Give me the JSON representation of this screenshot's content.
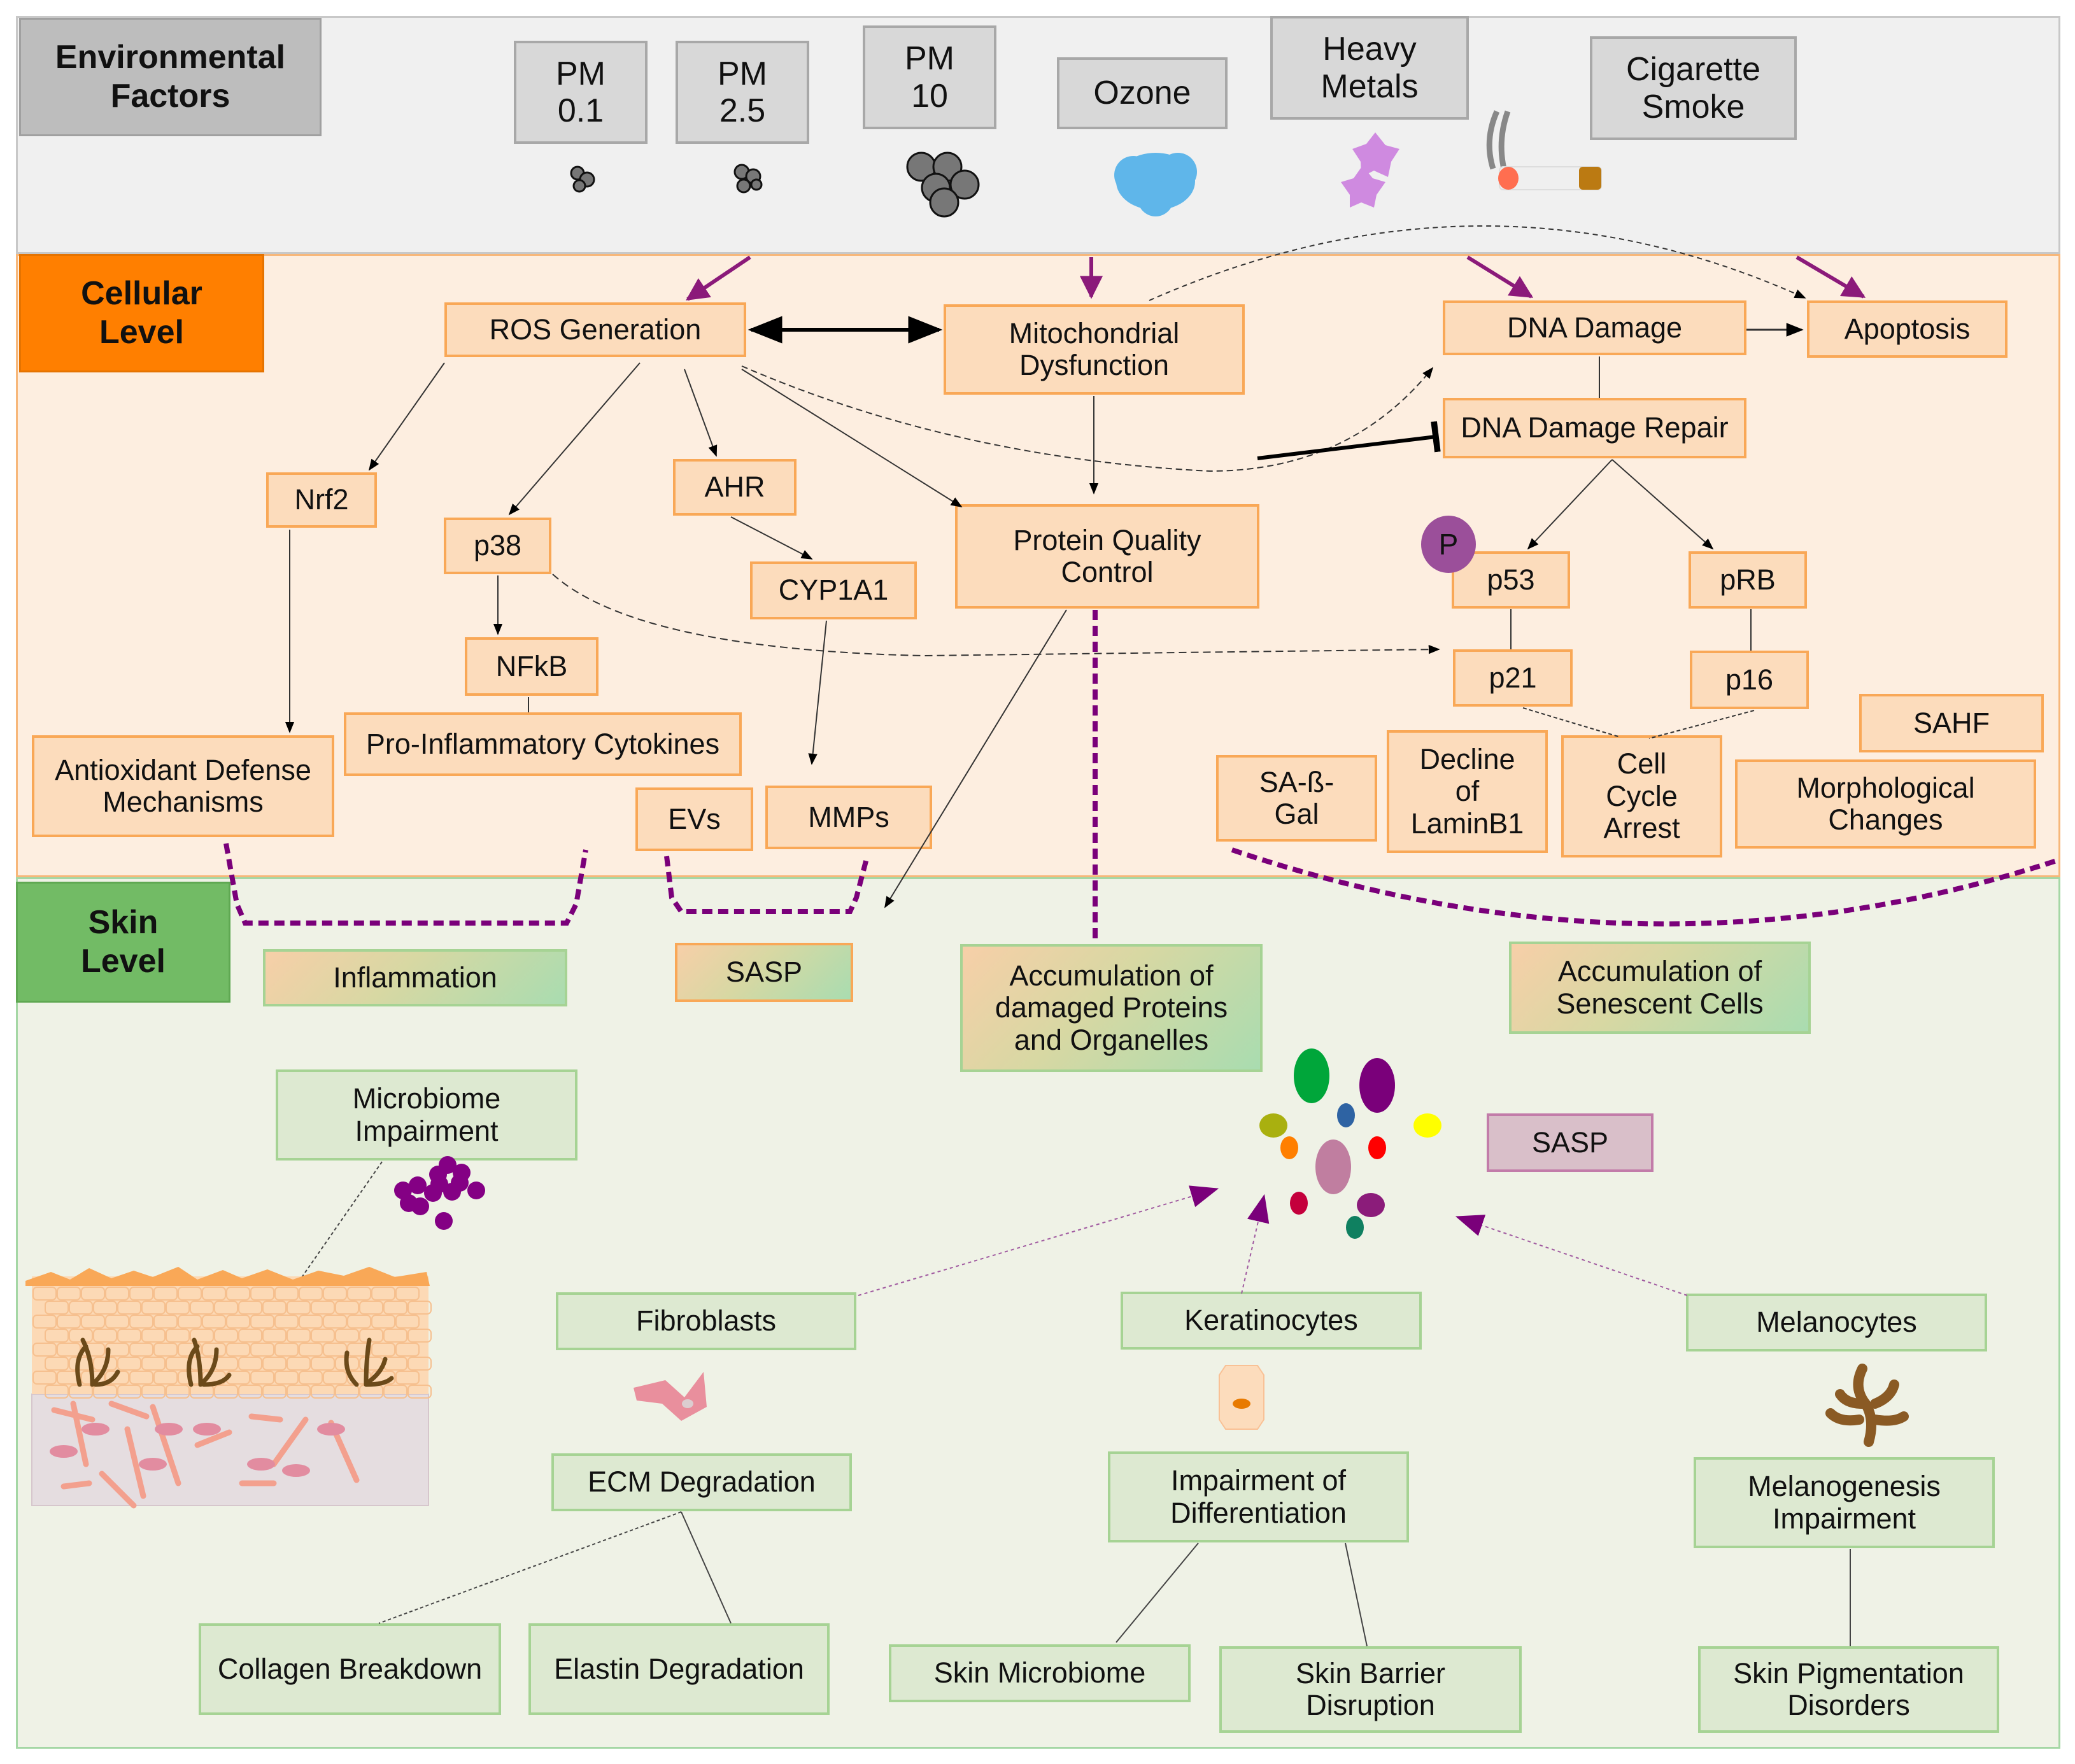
{
  "levels": {
    "environmental": "Environmental\nFactors",
    "cellular": "Cellular\nLevel",
    "skin": "Skin\nLevel"
  },
  "environmental_factors": [
    {
      "id": "pm01",
      "label": "PM\n0.1",
      "icon": "small-particle-cluster-icon"
    },
    {
      "id": "pm25",
      "label": "PM\n2.5",
      "icon": "small-particle-cluster-icon"
    },
    {
      "id": "pm10",
      "label": "PM\n10",
      "icon": "large-particle-cluster-icon"
    },
    {
      "id": "ozone",
      "label": "Ozone",
      "icon": "blue-cloud-icon"
    },
    {
      "id": "heavy_metals",
      "label": "Heavy\nMetals",
      "icon": "purple-star-crystal-icon"
    },
    {
      "id": "cigarette",
      "label": "Cigarette\nSmoke",
      "icon": "cigarette-icon"
    }
  ],
  "cellular_nodes": {
    "ros": "ROS Generation",
    "mito": "Mitochondrial\nDysfunction",
    "dna_damage": "DNA Damage",
    "apoptosis": "Apoptosis",
    "dna_repair": "DNA Damage Repair",
    "nrf2": "Nrf2",
    "p38": "p38",
    "ahr": "AHR",
    "cyp1a1": "CYP1A1",
    "pqc": "Protein Quality\nControl",
    "nfkb": "NFkB",
    "cytokines": "Pro-Inflammatory Cytokines",
    "antioxidant": "Antioxidant Defense\nMechanisms",
    "evs": "EVs",
    "mmps": "MMPs",
    "p53": "p53",
    "prb": "pRB",
    "p21": "p21",
    "p16": "p16",
    "sahf": "SAHF",
    "sabgal": "SA-ß-\nGal",
    "laminb1": "Decline\nof\nLaminB1",
    "cell_cycle": "Cell\nCycle\nArrest",
    "morph": "Morphological\nChanges",
    "phospho_badge": "P"
  },
  "skin_nodes": {
    "inflammation": "Inflammation",
    "sasp_top": "SASP",
    "accum_proteins": "Accumulation of\ndamaged Proteins\nand Organelles",
    "accum_senescent": "Accumulation of\nSenescent Cells",
    "microbiome_impairment": "Microbiome\nImpairment",
    "sasp_cluster": "SASP",
    "fibroblasts": "Fibroblasts",
    "keratinocytes": "Keratinocytes",
    "melanocytes": "Melanocytes",
    "ecm": "ECM Degradation",
    "impair_diff": "Impairment of\nDifferentiation",
    "melanogenesis": "Melanogenesis\nImpairment",
    "collagen": "Collagen Breakdown",
    "elastin": "Elastin Degradation",
    "skin_microbiome": "Skin Microbiome",
    "barrier": "Skin Barrier\nDisruption",
    "pigmentation": "Skin Pigmentation\nDisorders"
  },
  "sasp_factor_colors": [
    "#00a63a",
    "#7a007a",
    "#2e63a3",
    "#a9b00f",
    "#ffff00",
    "#ff7f00",
    "#c07ea0",
    "#ff0000",
    "#c4003c",
    "#8b1c7a",
    "#0f8060"
  ],
  "colors": {
    "env_band": "#f0f0f0",
    "cell_band": "#fdeee0",
    "skin_band": "#eff2e6",
    "cell_label": "#ff7f00",
    "skin_label": "#72bb65",
    "env_label": "#bdbdbd",
    "purple_arrow": "#8b1a7a",
    "black_arrow": "#000000"
  }
}
